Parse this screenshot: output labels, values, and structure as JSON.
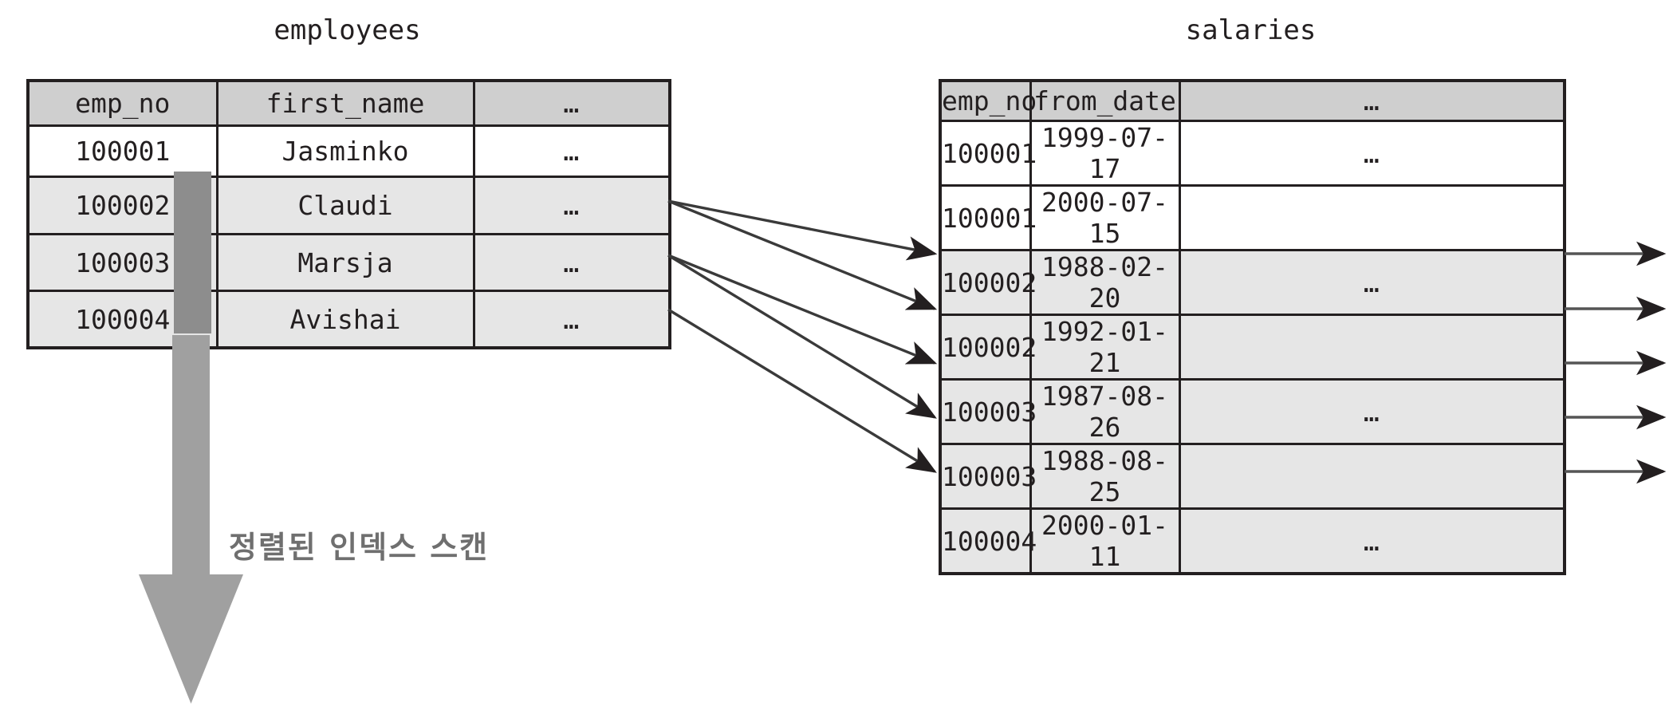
{
  "diagram": {
    "title_hidden": "",
    "scan_label": "정렬된 인덱스 스캔",
    "colors": {
      "header_fill": "#cfcfcf",
      "row_highlight": "#e6e6e6",
      "row_plain": "#ffffff",
      "border": "#231f20",
      "index_bar": "#8d8d8d",
      "scan_arrow": "#a0a0a0",
      "scan_label_text": "#6f6f6f",
      "link_arrow": "#231f20"
    }
  },
  "employees": {
    "title": "employees",
    "columns": [
      "emp_no",
      "first_name",
      "…"
    ],
    "rows": [
      {
        "emp_no": "100001",
        "first_name": "Jasminko",
        "more": "…",
        "highlight": false
      },
      {
        "emp_no": "100002",
        "first_name": "Claudi",
        "more": "…",
        "highlight": true
      },
      {
        "emp_no": "100003",
        "first_name": "Marsja",
        "more": "…",
        "highlight": true
      },
      {
        "emp_no": "100004",
        "first_name": "Avishai",
        "more": "…",
        "highlight": true
      }
    ]
  },
  "salaries": {
    "title": "salaries",
    "columns": [
      "emp_no",
      "from_date",
      "…"
    ],
    "rows": [
      {
        "emp_no": "100001",
        "from_date": "1999-07-17",
        "more": "…",
        "highlight": false,
        "out_arrow": false
      },
      {
        "emp_no": "100001",
        "from_date": "2000-07-15",
        "more": "",
        "highlight": false,
        "out_arrow": false
      },
      {
        "emp_no": "100002",
        "from_date": "1988-02-20",
        "more": "…",
        "highlight": true,
        "out_arrow": true
      },
      {
        "emp_no": "100002",
        "from_date": "1992-01-21",
        "more": "",
        "highlight": true,
        "out_arrow": true
      },
      {
        "emp_no": "100003",
        "from_date": "1987-08-26",
        "more": "…",
        "highlight": true,
        "out_arrow": true
      },
      {
        "emp_no": "100003",
        "from_date": "1988-08-25",
        "more": "",
        "highlight": true,
        "out_arrow": true
      },
      {
        "emp_no": "100004",
        "from_date": "2000-01-11",
        "more": "…",
        "highlight": true,
        "out_arrow": true
      }
    ]
  },
  "links": [
    {
      "from_row": 1,
      "to_row": 2
    },
    {
      "from_row": 1,
      "to_row": 3
    },
    {
      "from_row": 2,
      "to_row": 4
    },
    {
      "from_row": 2,
      "to_row": 5
    },
    {
      "from_row": 3,
      "to_row": 6
    }
  ]
}
